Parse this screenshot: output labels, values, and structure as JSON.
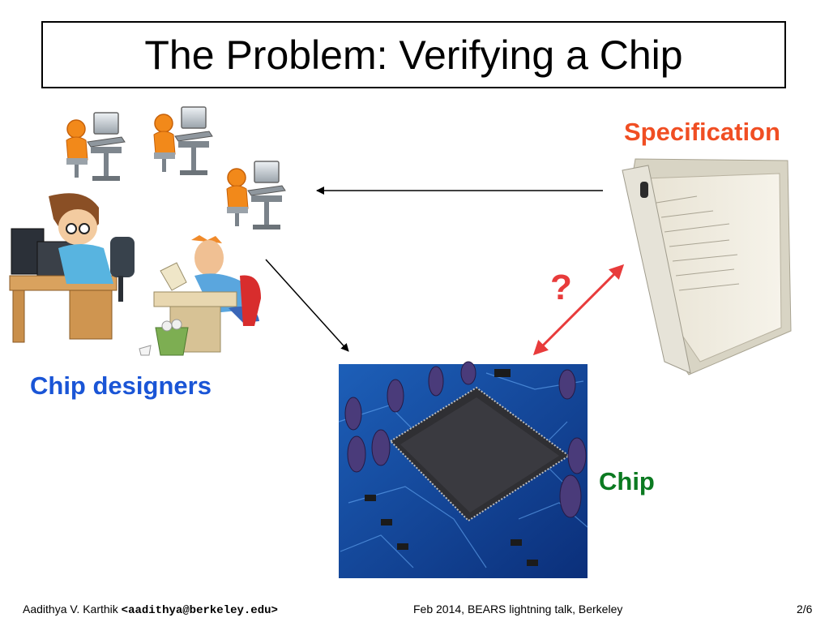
{
  "slide": {
    "title": "The Problem: Verifying a Chip"
  },
  "labels": {
    "specification": "Specification",
    "chip_designers": "Chip designers",
    "chip": "Chip",
    "question": "?"
  },
  "colors": {
    "specification": "#f04e23",
    "chip_designers": "#1a55d6",
    "chip": "#0b7a21",
    "question_arrow": "#e83b3b"
  },
  "footer": {
    "author": "Aadithya V. Karthik",
    "email": "<aadithya@berkeley.edu>",
    "event": "Feb 2014, BEARS lightning talk, Berkeley",
    "page": "2/6"
  },
  "icons": [
    "person-at-computer-icon",
    "cartoon-programmer-image",
    "stressed-programmer-image",
    "specification-binder-image",
    "circuit-board-chip-image"
  ]
}
